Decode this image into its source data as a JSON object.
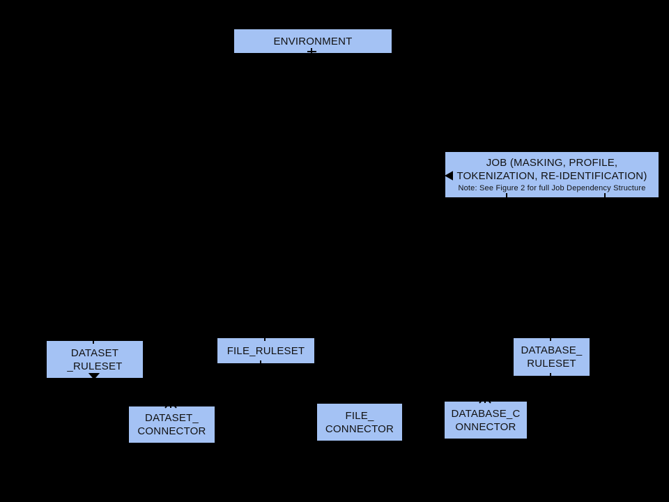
{
  "palette": {
    "background": "#000000",
    "node_fill": "#a4c2f4",
    "node_text": "#111111",
    "connector": "#000000"
  },
  "diagram": {
    "nodes": [
      {
        "id": "environment",
        "lines": [
          "ENVIRONMENT"
        ]
      },
      {
        "id": "job",
        "lines": [
          "JOB (MASKING, PROFILE,",
          "TOKENIZATION, RE-IDENTIFICATION)"
        ],
        "note": "Note: See Figure 2 for full Job Dependency Structure"
      },
      {
        "id": "dataset-ruleset",
        "lines": [
          "DATASET",
          "_RULESET"
        ]
      },
      {
        "id": "file-ruleset",
        "lines": [
          "FILE_RULESET"
        ]
      },
      {
        "id": "database-ruleset",
        "lines": [
          "DATABASE_",
          "RULESET"
        ]
      },
      {
        "id": "dataset-connector",
        "lines": [
          "DATASET_",
          "CONNECTOR"
        ]
      },
      {
        "id": "file-connector",
        "lines": [
          "FILE_",
          "CONNECTOR"
        ]
      },
      {
        "id": "database-connector",
        "lines": [
          "DATABASE_C",
          "ONNECTOR"
        ]
      }
    ]
  }
}
